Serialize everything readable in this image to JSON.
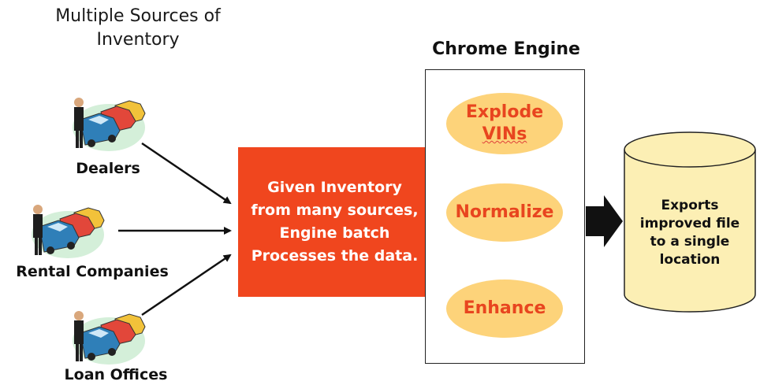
{
  "sources_heading": "Multiple Sources of\nInventory",
  "engine_heading": "Chrome Engine",
  "sources": [
    {
      "label": "Dealers",
      "icon": "dealer-cars-icon"
    },
    {
      "label": "Rental Companies",
      "icon": "rental-cars-icon"
    },
    {
      "label": "Loan Offices",
      "icon": "loan-cars-icon"
    }
  ],
  "process_text": "Given Inventory\nfrom many sources,\nEngine batch\nProcesses the data.",
  "steps": [
    {
      "line1": "Explode",
      "line2": "VINs"
    },
    {
      "line1": "Normalize",
      "line2": ""
    },
    {
      "line1": "Enhance",
      "line2": ""
    }
  ],
  "export_text": "Exports\nimproved file\nto a single\nlocation",
  "colors": {
    "process_box": "#f0461e",
    "step_fill": "#fdd37a",
    "step_text": "#e8451f",
    "database_fill": "#fcefb4",
    "arrow_gray": "#a6a6a6"
  }
}
